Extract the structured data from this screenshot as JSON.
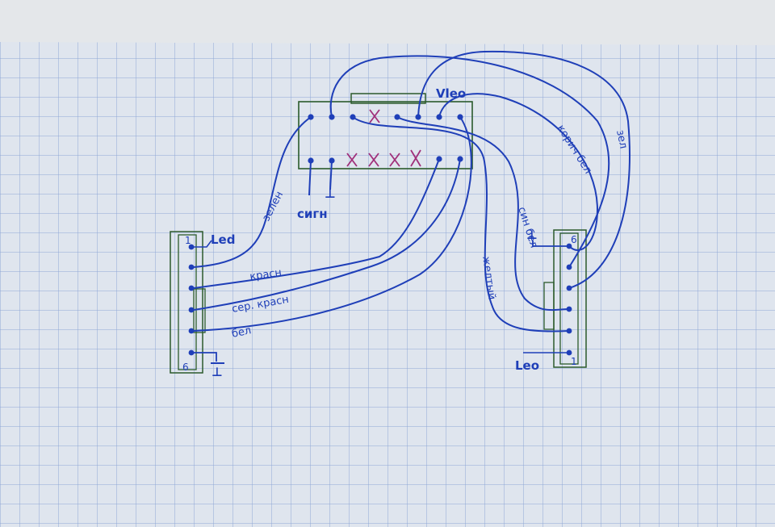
{
  "colors": {
    "paper": "#dde4ec",
    "grid": "#8fa6d6",
    "ink_blue": "#1f3fb8",
    "ink_green": "#2b5a2b",
    "ink_magenta": "#a0307a"
  },
  "top_connector": {
    "label_power": "Vleo",
    "label_signal": "сигн",
    "label_ground": "⊥"
  },
  "left_connector": {
    "pin_first": "1",
    "pin_last": "6",
    "label_led": "Led",
    "label_ground": "⊥"
  },
  "right_connector": {
    "pin_first": "1",
    "pin_last": "6",
    "label_led": "Leo",
    "label_ground": "⊥"
  },
  "wire_labels": {
    "green": "зелен",
    "red": "красн",
    "grey_red": "сер. красн",
    "white": "бел",
    "blue_white": "син бел",
    "yellow": "желтый",
    "brown_white": "корич бел",
    "green2": "зел"
  }
}
